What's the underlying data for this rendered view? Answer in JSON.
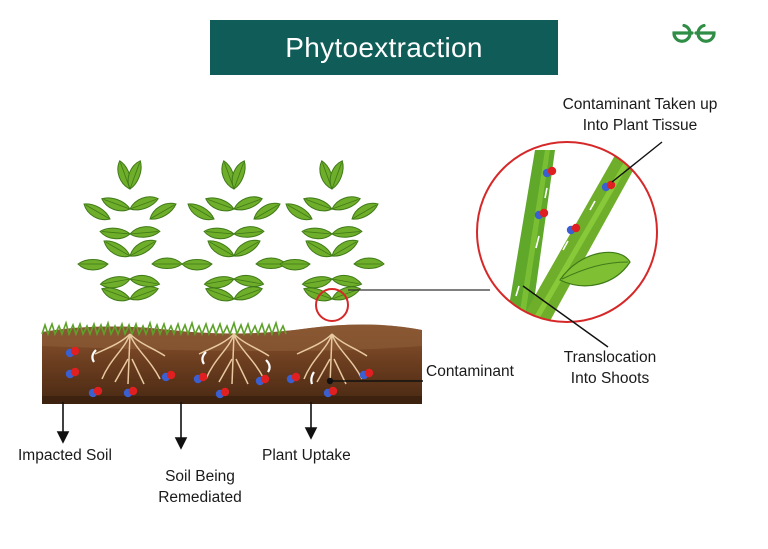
{
  "title": "Phytoextraction",
  "logo": {
    "name": "gfg-logo",
    "text": "GfG",
    "color": "#2f8d46"
  },
  "colors": {
    "title_bg": "#0f5c58",
    "leaf": "#6fae2a",
    "leaf_dark": "#3f7a18",
    "soil_top": "#7a4a2a",
    "soil_dark": "#4a2a14",
    "contaminant_red": "#e02020",
    "contaminant_blue": "#3a5fd0",
    "zoom_circle": "#d62828"
  },
  "labels": {
    "contaminant_taken_line1": "Contaminant Taken up",
    "contaminant_taken_line2": "Into Plant Tissue",
    "translocation_line1": "Translocation",
    "translocation_line2": "Into Shoots",
    "contaminant": "Contaminant",
    "impacted_soil": "Impacted Soil",
    "soil_being_line1": "Soil Being",
    "soil_being_line2": "Remediated",
    "plant_uptake": "Plant Uptake"
  }
}
